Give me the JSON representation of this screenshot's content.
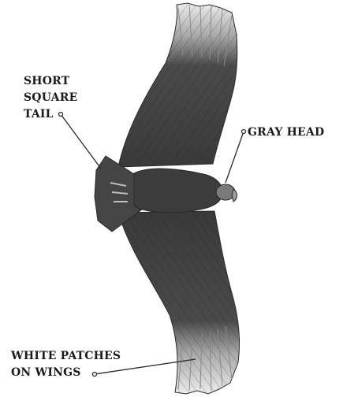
{
  "title": "",
  "subject": "soaring-bird-underside",
  "colors": {
    "background": "#ffffff",
    "feather_dark": "#3a3a3a",
    "feather_mid": "#6b6b6b",
    "wingtip_light": "#e6e6e6",
    "label_text": "#1a1a1a",
    "leader_line": "#2a2a2a"
  },
  "labels": {
    "tail": {
      "line1": "SHORT",
      "line2": "SQUARE",
      "line3": "TAIL"
    },
    "head": {
      "line1": "GRAY HEAD"
    },
    "wings": {
      "line1": "WHITE PATCHES",
      "line2": "ON WINGS"
    }
  }
}
